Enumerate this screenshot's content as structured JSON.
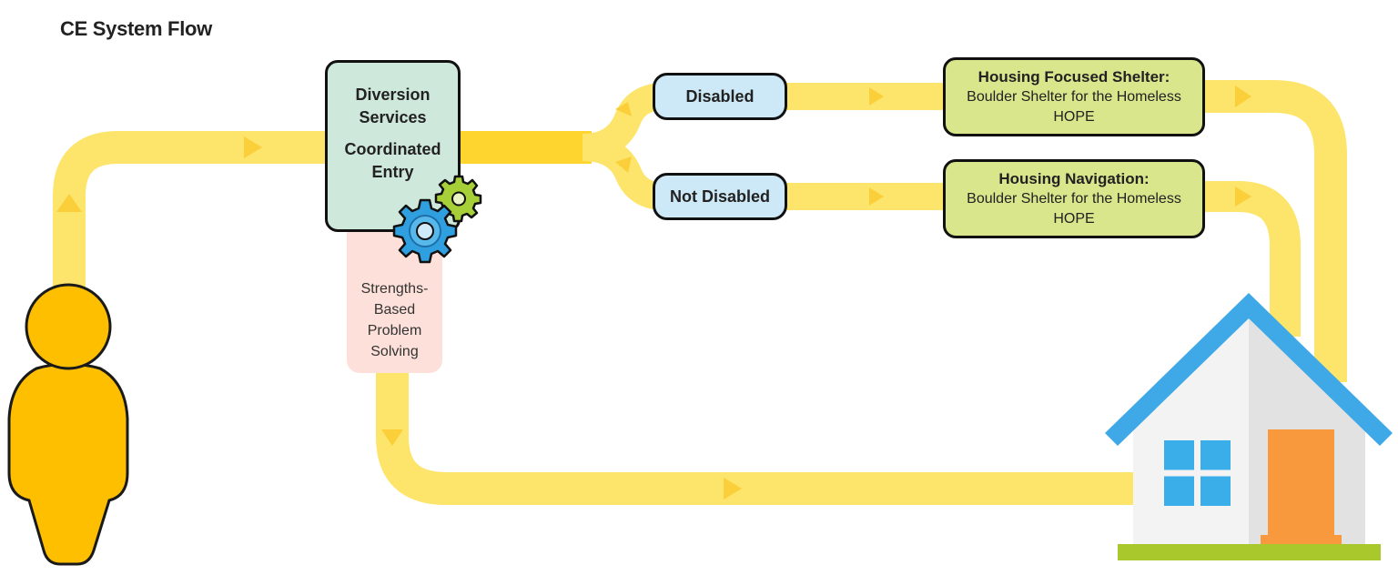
{
  "title": "CE System Flow",
  "entry": {
    "line1": "Diversion",
    "line2": "Services",
    "line3": "Coordinated",
    "line4": "Entry"
  },
  "problem_solving": {
    "line1": "Strengths-",
    "line2": "Based",
    "line3": "Problem",
    "line4": "Solving"
  },
  "branches": {
    "disabled": "Disabled",
    "not_disabled": "Not Disabled"
  },
  "shelter": {
    "heading": "Housing Focused Shelter:",
    "line1": "Boulder Shelter for the Homeless",
    "line2": "HOPE"
  },
  "navigation": {
    "heading": "Housing Navigation:",
    "line1": "Boulder Shelter for the Homeless",
    "line2": "HOPE"
  },
  "colors": {
    "path": "#fde46a",
    "path_merge": "#fdd52e",
    "arrow": "#fbcf3a",
    "person": "#fdbf00",
    "roof": "#3fa9e8",
    "door": "#f7993c",
    "window": "#3aaee9",
    "grass": "#a8c82b",
    "gear_blue": "#2f9fe0",
    "gear_green": "#a6cf38"
  }
}
